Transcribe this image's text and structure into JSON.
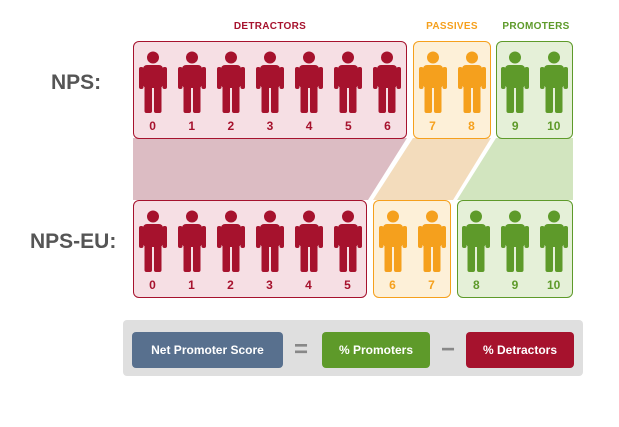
{
  "colors": {
    "detractor": "#a6122d",
    "detractor_bg": "#f6dfe4",
    "passive": "#f5a01d",
    "passive_bg": "#fdf0d8",
    "promoter": "#5e9a2a",
    "promoter_bg": "#e5f0d8",
    "score": "#58708e",
    "operator": "#888888"
  },
  "categories": {
    "detractors": "DETRACTORS",
    "passives": "PASSIVES",
    "promoters": "PROMOTERS"
  },
  "rows": [
    {
      "label": "NPS:",
      "groups": [
        {
          "type": "detractor",
          "scores": [
            "0",
            "1",
            "2",
            "3",
            "4",
            "5",
            "6"
          ]
        },
        {
          "type": "passive",
          "scores": [
            "7",
            "8"
          ]
        },
        {
          "type": "promoter",
          "scores": [
            "9",
            "10"
          ]
        }
      ]
    },
    {
      "label": "NPS-EU:",
      "groups": [
        {
          "type": "detractor",
          "scores": [
            "0",
            "1",
            "2",
            "3",
            "4",
            "5"
          ]
        },
        {
          "type": "passive",
          "scores": [
            "6",
            "7"
          ]
        },
        {
          "type": "promoter",
          "scores": [
            "8",
            "9",
            "10"
          ]
        }
      ]
    }
  ],
  "formula": {
    "score": "Net Promoter Score",
    "equals": "=",
    "promoters": "% Promoters",
    "minus": "−",
    "detractors": "% Detractors"
  }
}
